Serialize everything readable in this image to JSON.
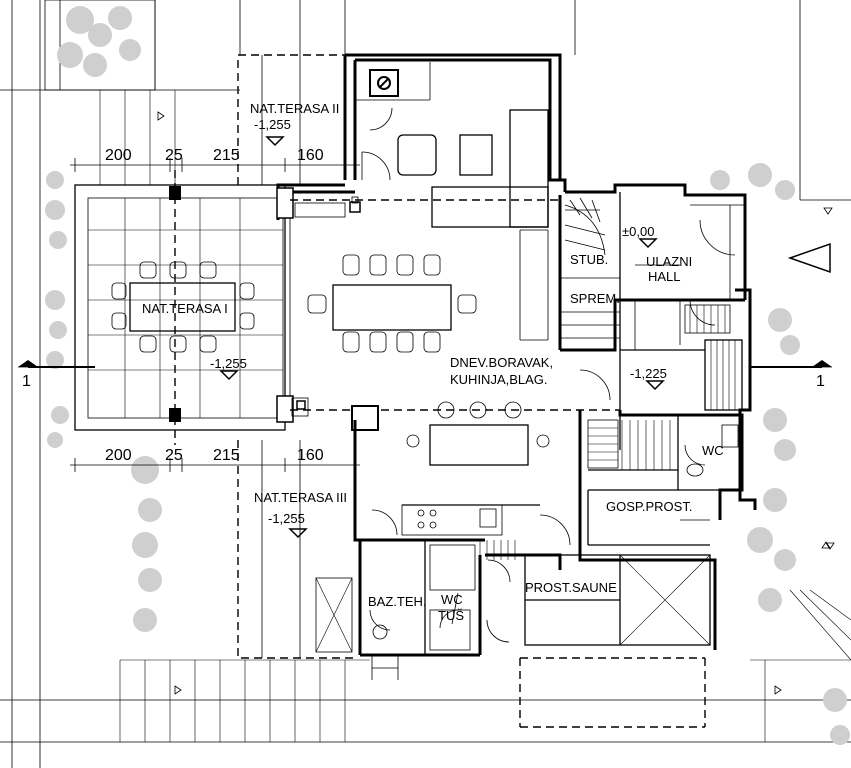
{
  "rooms": {
    "terrace_1": "NAT.TERASA I",
    "terrace_2": "NAT.TERASA II",
    "terrace_3": "NAT.TERASA III",
    "living_line1": "DNEV.BORAVAK,",
    "living_line2": "KUHINJA,BLAG.",
    "stairs": "STUB.",
    "storage": "SPREM.",
    "entry_line1": "ULAZNI",
    "entry_line2": "HALL",
    "wc": "WC",
    "utility": "GOSP.PROST.",
    "sauna": "PROST.SAUNE",
    "pool_tech": "BAZ.TEH.",
    "wc_shower_line1": "WC",
    "wc_shower_line2": "TUŠ"
  },
  "levels": {
    "terrace_1": "-1,255",
    "terrace_2": "-1,255",
    "terrace_3": "-1,255",
    "entry": "±0,00",
    "hall": "-1,225"
  },
  "dimensions": {
    "top": [
      "200",
      "25",
      "215",
      "160"
    ],
    "bottom": [
      "200",
      "25",
      "215",
      "160"
    ]
  },
  "section_markers": {
    "left": "1",
    "right": "1"
  }
}
